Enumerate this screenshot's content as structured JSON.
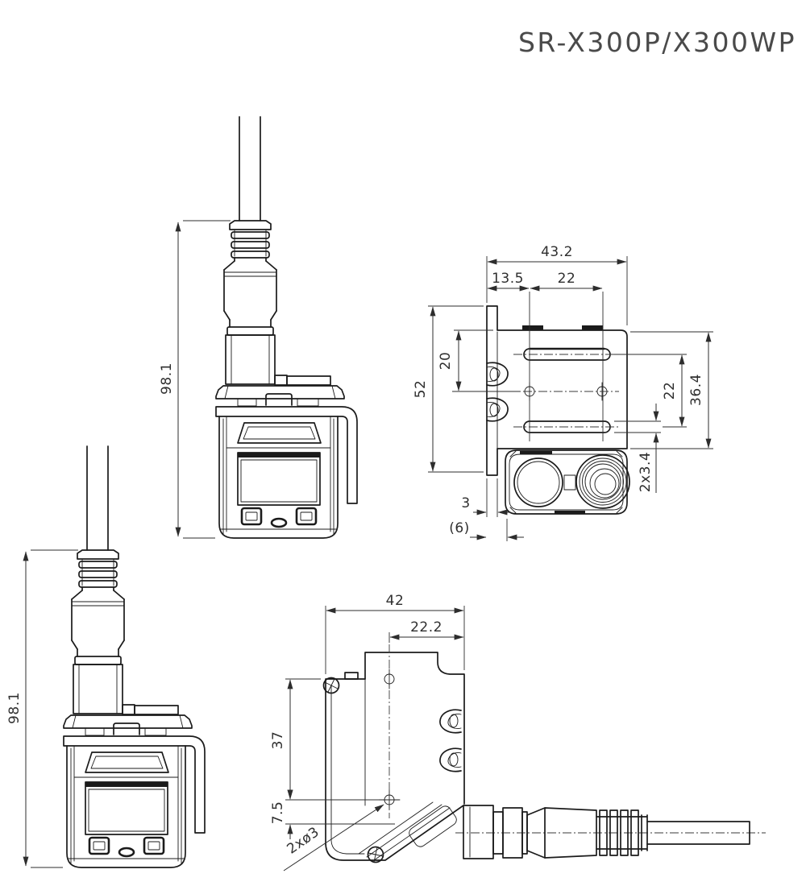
{
  "title": "SR-X300P/X300WP",
  "views": {
    "front_top": {
      "height": "98.1"
    },
    "front_bottom": {
      "height": "98.1"
    },
    "side": {
      "overall_width": "43.2",
      "left_offset": "13.5",
      "hole_pitch": "22",
      "overall_height": "52",
      "upper_offset": "20",
      "slot_pitch": "22",
      "bracket_height": "36.4",
      "slot_size": "2x3.4",
      "edge_gap": "3",
      "ref_depth": "(6)"
    },
    "top": {
      "overall_width": "42",
      "hole_offset": "22.2",
      "depth": "37",
      "lower_offset": "7.5",
      "hole_note": "2xø3"
    }
  }
}
